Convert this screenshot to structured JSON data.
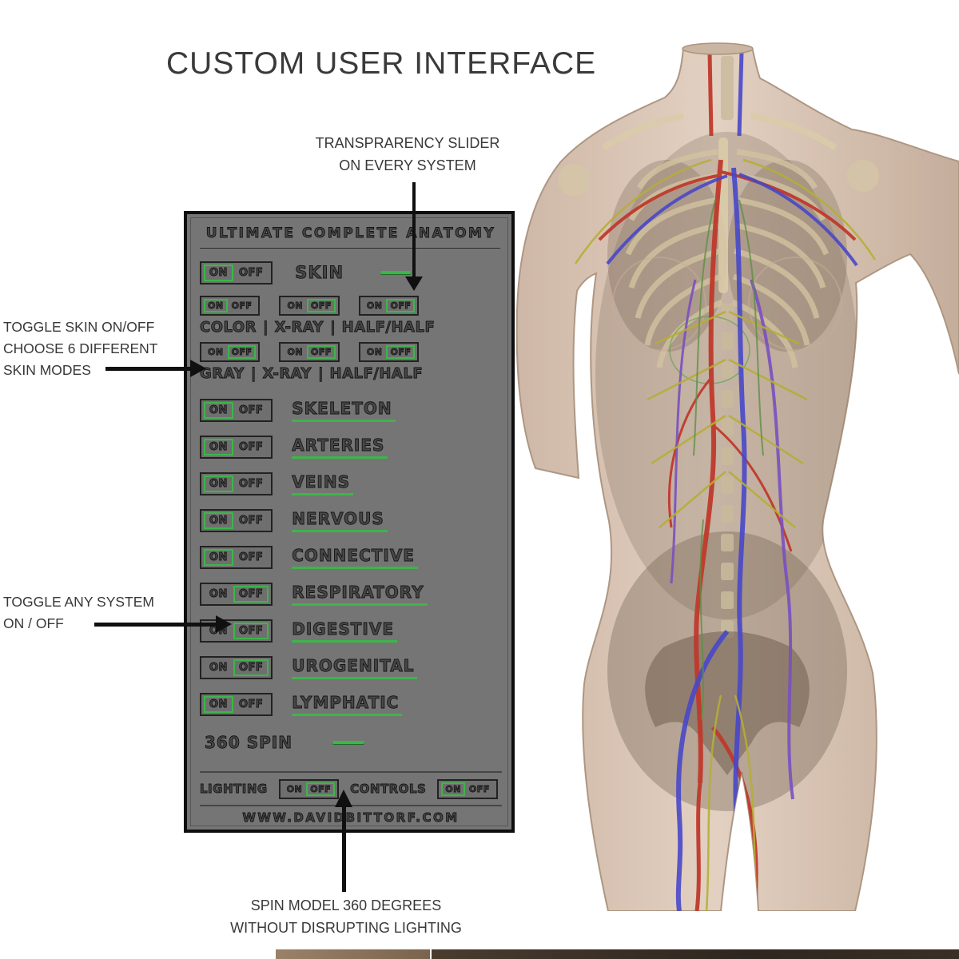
{
  "page": {
    "title": "CUSTOM USER INTERFACE"
  },
  "annotations": {
    "transparency": {
      "line1": "TRANSPRARENCY SLIDER",
      "line2": "ON EVERY SYSTEM"
    },
    "skin": {
      "line1": "TOGGLE SKIN ON/OFF",
      "line2": "CHOOSE 6 DIFFERENT",
      "line3": "SKIN MODES"
    },
    "system": {
      "line1": "TOGGLE  ANY SYSTEM",
      "line2": "ON / OFF"
    },
    "spin": {
      "line1": "SPIN MODEL 360 DEGREES",
      "line2": "WITHOUT DISRUPTING LIGHTING"
    }
  },
  "panel": {
    "header": "ULTIMATE COMPLETE ANATOMY",
    "on_label": "ON",
    "off_label": "OFF",
    "separator": "|",
    "skin": {
      "label": "SKIN",
      "state": "ON"
    },
    "skin_modes": [
      {
        "label": "COLOR",
        "state": "ON"
      },
      {
        "label": "X-RAY",
        "state": "OFF"
      },
      {
        "label": "HALF/HALF",
        "state": "OFF"
      },
      {
        "label": "GRAY",
        "state": "OFF"
      },
      {
        "label": "X-RAY",
        "state": "OFF"
      },
      {
        "label": "HALF/HALF",
        "state": "OFF"
      }
    ],
    "systems": [
      {
        "label": "SKELETON",
        "state": "ON"
      },
      {
        "label": "ARTERIES",
        "state": "ON"
      },
      {
        "label": "VEINS",
        "state": "ON"
      },
      {
        "label": "NERVOUS",
        "state": "ON"
      },
      {
        "label": "CONNECTIVE",
        "state": "ON"
      },
      {
        "label": "RESPIRATORY",
        "state": "OFF"
      },
      {
        "label": "DIGESTIVE",
        "state": "OFF"
      },
      {
        "label": "UROGENITAL",
        "state": "OFF"
      },
      {
        "label": "LYMPHATIC",
        "state": "ON"
      }
    ],
    "spin_label": "360 SPIN",
    "lighting_label": "LIGHTING",
    "lighting_state": "OFF",
    "controls_label": "CONTROLS",
    "controls_state": "ON",
    "website": "WWW.DAVIDBITTORF.COM"
  },
  "colors": {
    "accent_green": "#3db549",
    "panel_gray": "#757575",
    "arrow_black": "#101010"
  }
}
